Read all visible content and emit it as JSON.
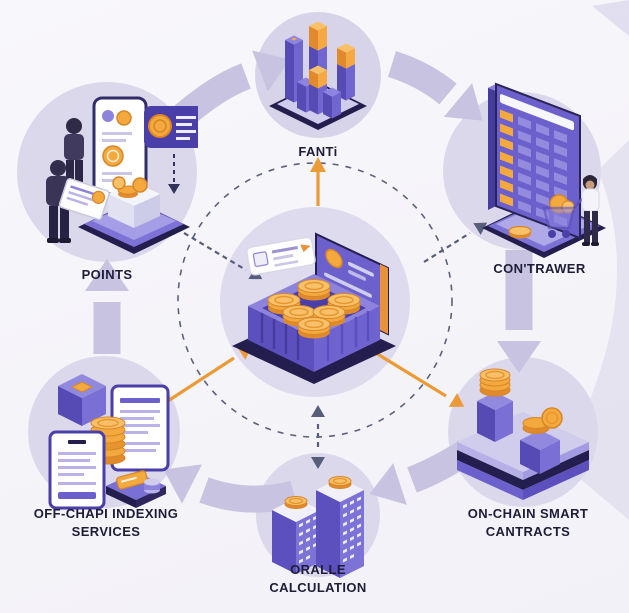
{
  "nodes": {
    "fanti": {
      "label": "FANTi",
      "icon": "isometric-bar-chart-icon"
    },
    "points": {
      "label": "POINTS",
      "icon": "people-phone-coin-box-icon"
    },
    "contrawer": {
      "label": "CON'TRAWER",
      "icon": "ledger-tower-shopper-cart-icon"
    },
    "hub": {
      "icon": "coin-tray-ledger-icon"
    },
    "offchapi": {
      "label1": "OFF-CHAPI INDEXING",
      "label2": "SERVICES",
      "icon": "documents-coin-stack-icon"
    },
    "onchain": {
      "label1": "ON-CHAIN SMART",
      "label2": "CANTRACTS",
      "icon": "coin-blocks-platform-icon"
    },
    "oralle": {
      "label1": "ORALLE",
      "label2": "CALCULATION",
      "icon": "data-towers-coins-icon"
    }
  },
  "colors": {
    "background": "#f5f4f8",
    "node_circle": "#dbd8ec",
    "cycle_arrow": "#c7c3e0",
    "primary_purple": "#6b60cc",
    "deep_navy": "#241e4e",
    "coin_gold": "#f3a93d",
    "orange_arrow": "#ec9a35",
    "slate_arrow": "#565e7c",
    "label_text": "#1d1d38"
  }
}
